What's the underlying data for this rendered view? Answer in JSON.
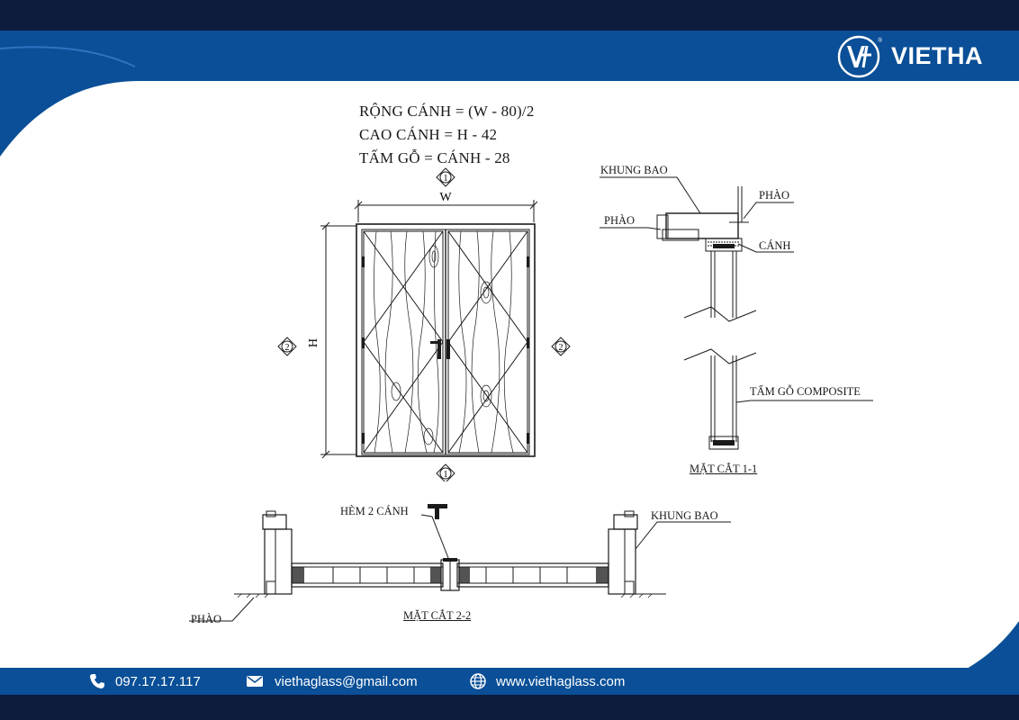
{
  "brand": {
    "name": "VIETHA",
    "reg_mark": "®"
  },
  "formulas": {
    "leaf_width": "RỘNG CÁNH = (W - 80)/2",
    "leaf_height": "CAO CÁNH = H - 42",
    "wood_panel": "TẤM GỖ = CÁNH - 28"
  },
  "elevation": {
    "width_label": "W",
    "height_label": "H",
    "section_mark_1": "1",
    "section_mark_2": "2"
  },
  "section_1_1": {
    "frame": "KHUNG BAO",
    "trim_right": "PHÀO",
    "trim_left": "PHÀO",
    "leaf": "CÁNH",
    "panel": "TẤM GỖ COMPOSITE",
    "title": "MẶT CẮT 1-1"
  },
  "section_2_2": {
    "rebate": "HÈM 2 CÁNH",
    "frame": "KHUNG BAO",
    "trim": "PHÀO",
    "title": "MẶT CẮT 2-2"
  },
  "contact": {
    "phone": "097.17.17.117",
    "email": "viethaglass@gmail.com",
    "website": "www.viethaglass.com"
  },
  "colors": {
    "navy": "#0e1b3d",
    "blue": "#0a4f97",
    "line": "#1a1a1a"
  }
}
